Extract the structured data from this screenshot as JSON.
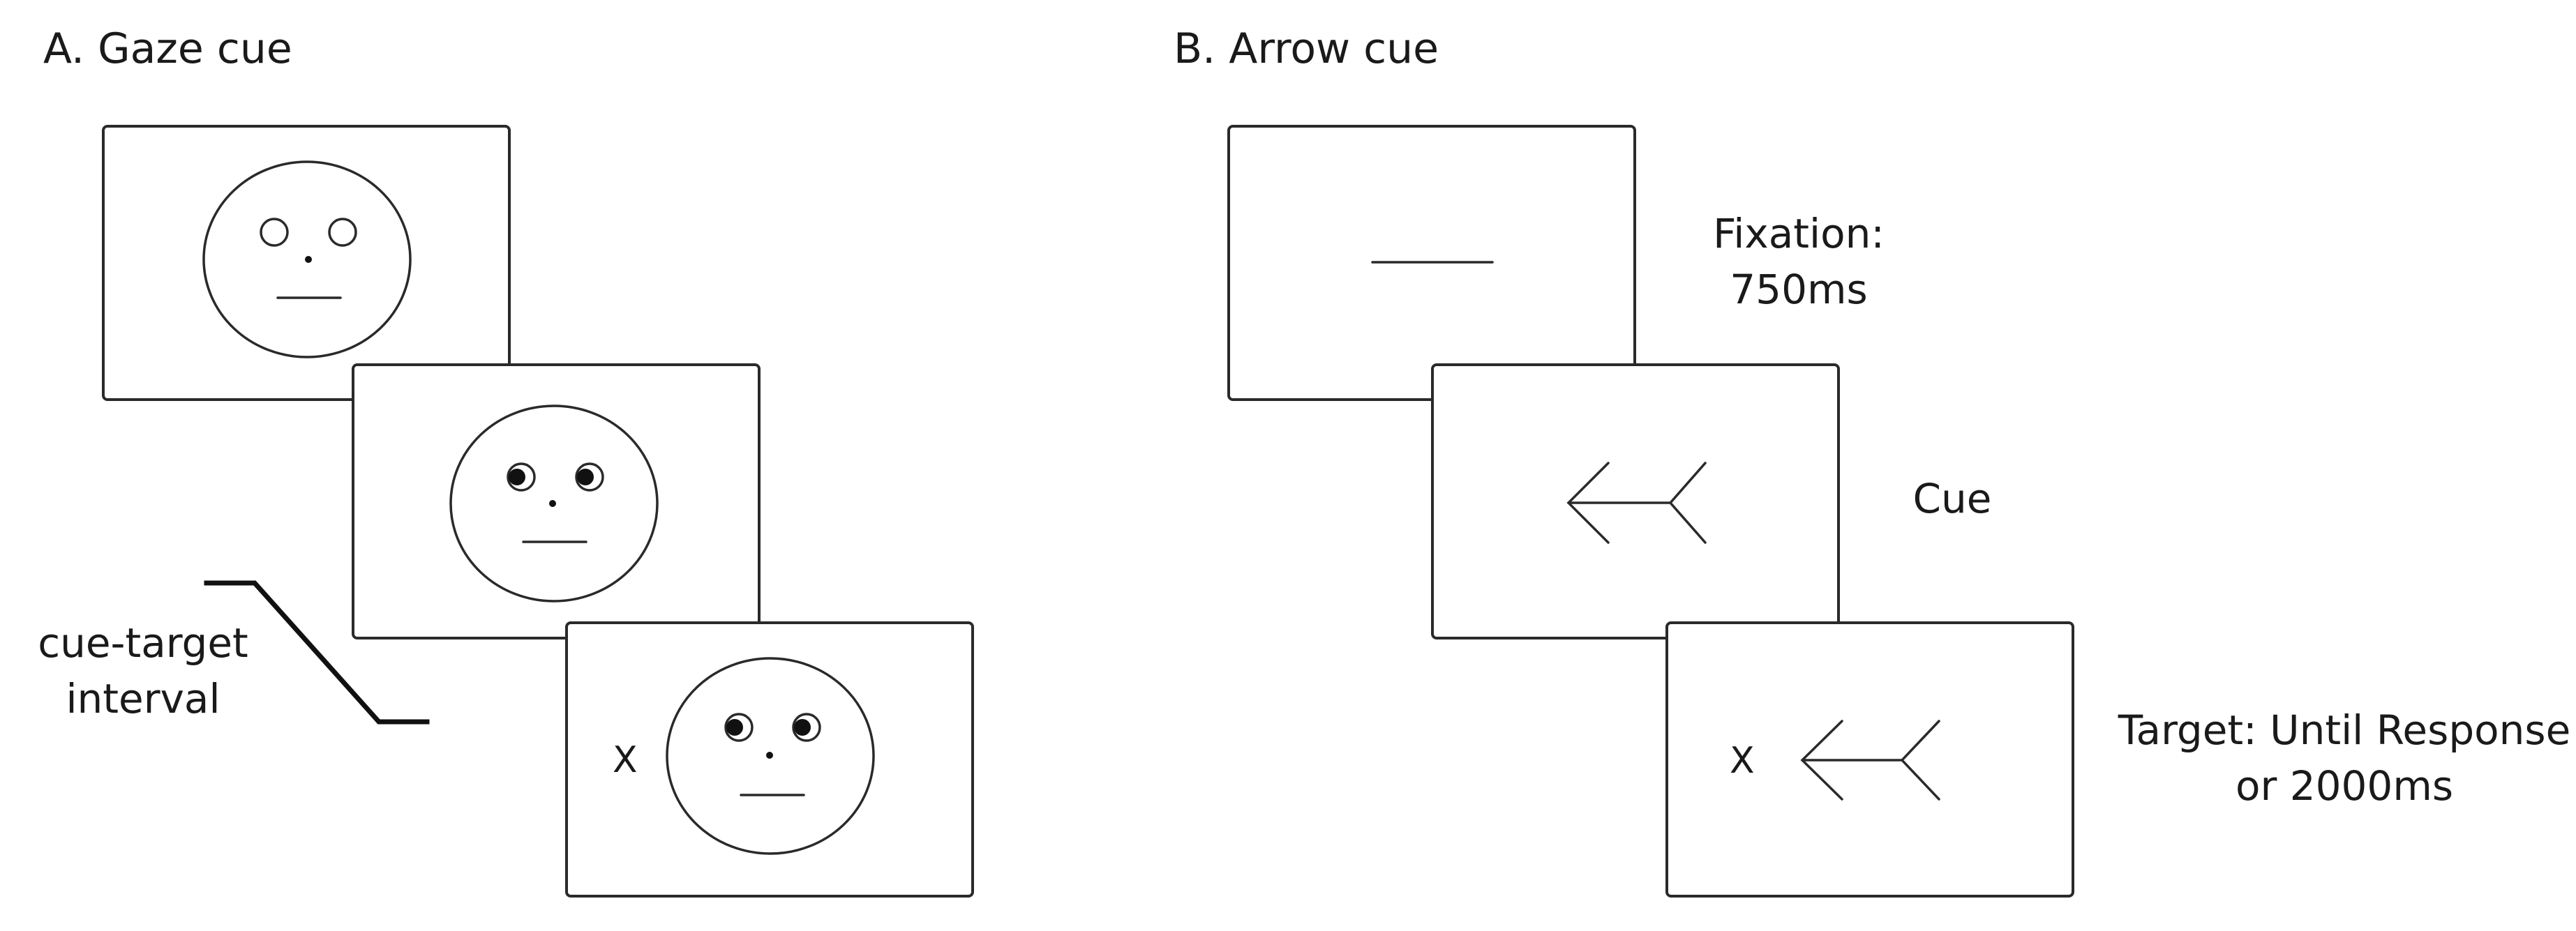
{
  "panel_a": {
    "title": "A. Gaze cue",
    "interval_label_line1": "cue-target",
    "interval_label_line2": "interval",
    "target_letter": "X"
  },
  "panel_b": {
    "title": "B. Arrow cue",
    "fixation_label_line1": "Fixation:",
    "fixation_label_line2": "750ms",
    "cue_label": "Cue",
    "target_label_line1": "Target: Until Response",
    "target_label_line2": "or 2000ms",
    "target_letter": "X"
  }
}
